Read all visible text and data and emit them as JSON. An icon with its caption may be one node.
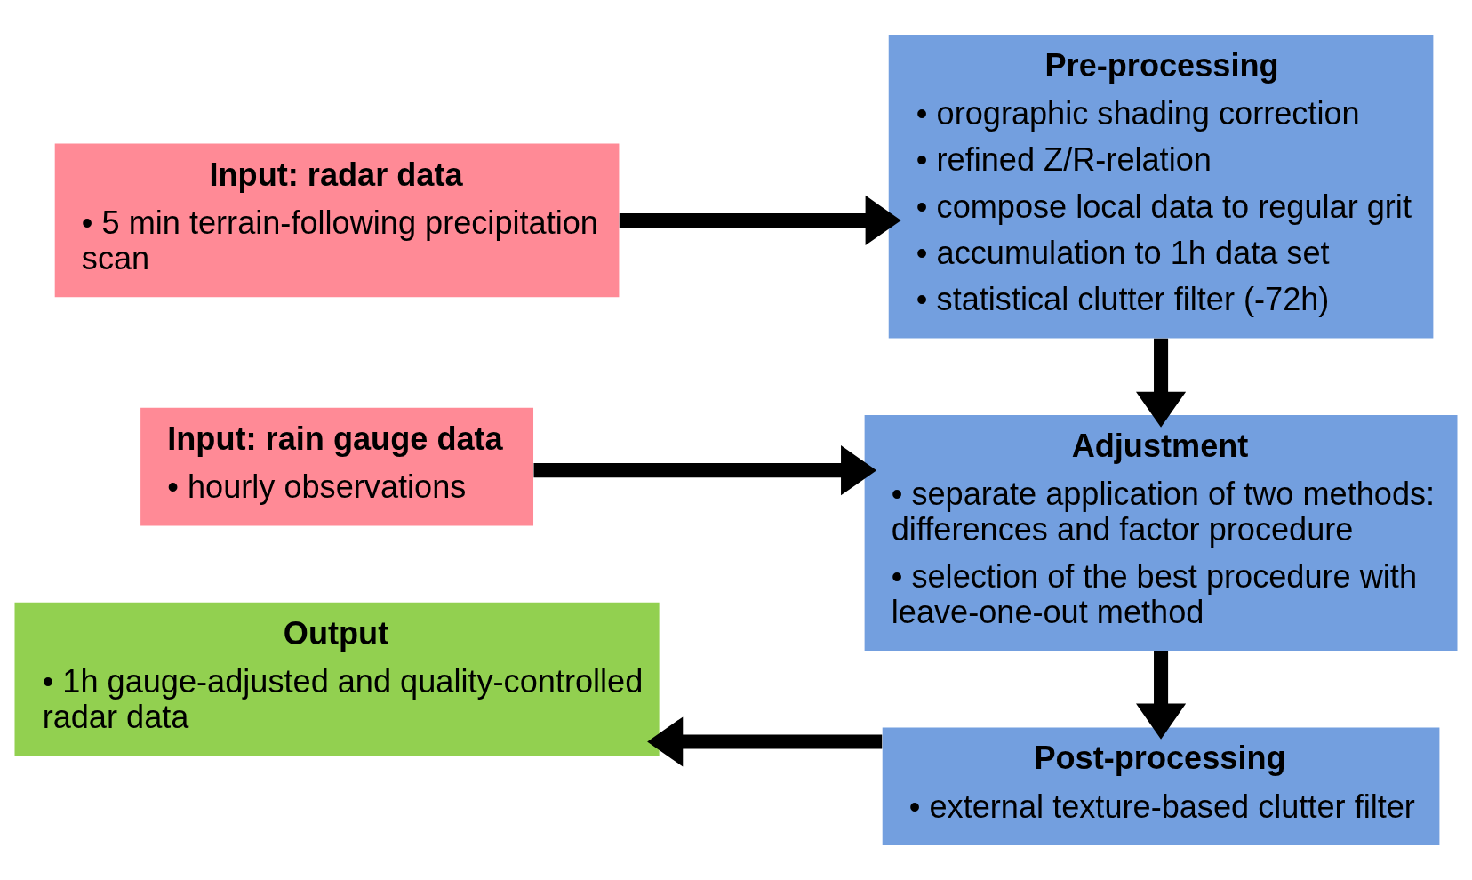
{
  "diagram": {
    "nodes": [
      {
        "text": [
          "Input: radar data",
          "• 5 min terrain-following precipitation scan"
        ]
      },
      {
        "text": [
          "Pre-processing",
          "• orographic shading correction",
          "• refined Z/R-relation",
          "• compose local data to regular grit",
          "• accumulation to 1h data set",
          "• statistical clutter filter (-72h)"
        ]
      },
      {
        "text": [
          "Input: rain gauge data",
          "• hourly observations"
        ]
      },
      {
        "text": [
          "Adjustment",
          "• separate application of two methods: differences and factor procedure",
          "• selection of the best procedure with leave-one-out method"
        ]
      },
      {
        "text": [
          "Output",
          "• 1h gauge-adjusted and quality-controlled radar data"
        ]
      },
      {
        "text": [
          "Post-processing",
          "• external texture-based clutter filter"
        ]
      }
    ],
    "edges": [
      {
        "from": 0,
        "to": 1,
        "arrow": "to"
      },
      {
        "from": 1,
        "to": 3,
        "arrow": "to"
      },
      {
        "from": 2,
        "to": 3,
        "arrow": "to"
      },
      {
        "from": 3,
        "to": 5,
        "arrow": "to"
      },
      {
        "from": 5,
        "to": 4,
        "arrow": "to"
      }
    ]
  }
}
